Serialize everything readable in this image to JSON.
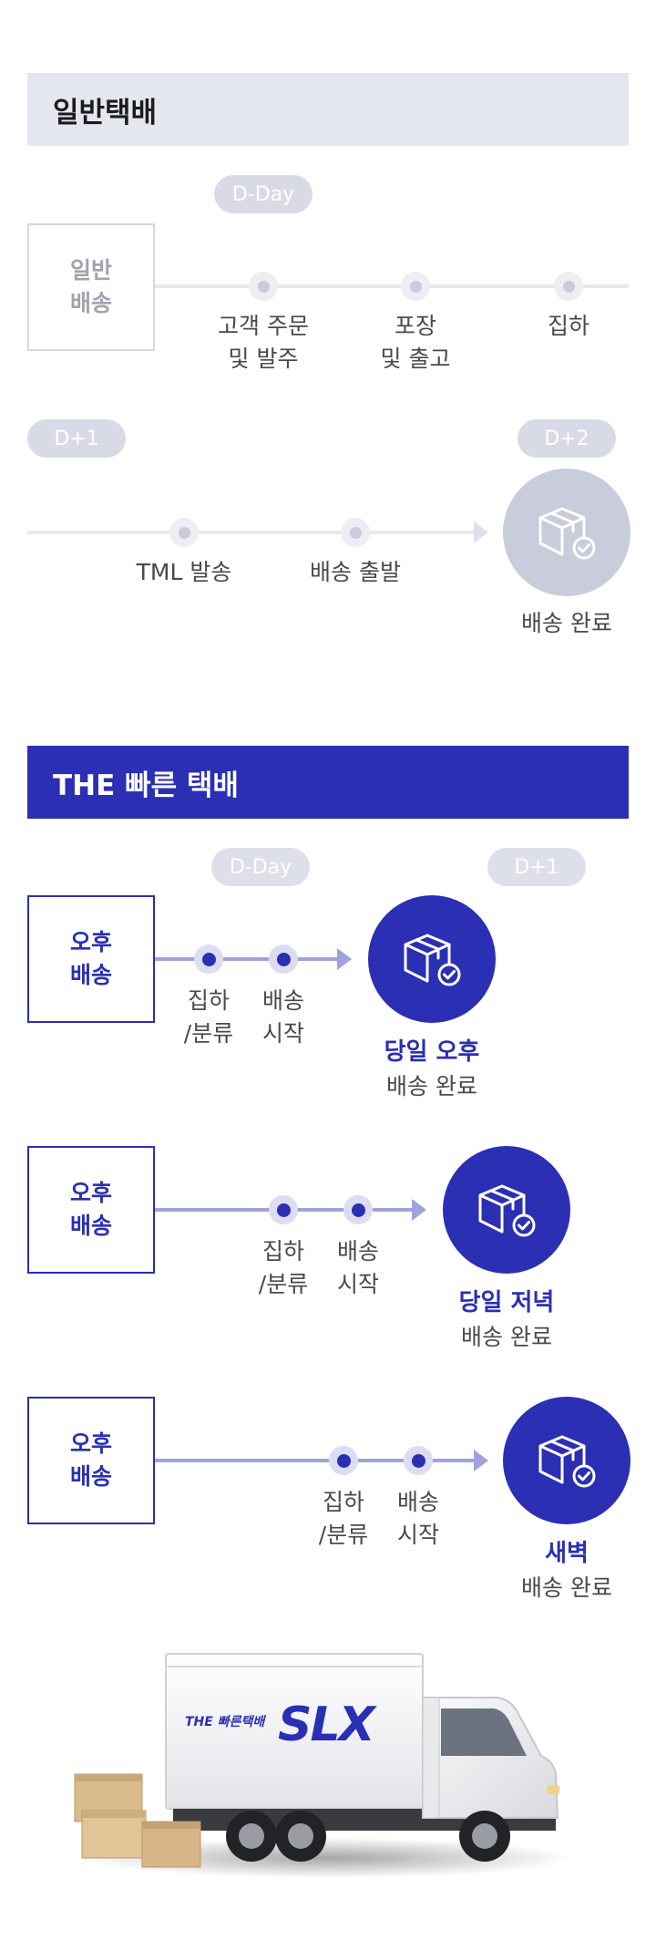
{
  "general": {
    "title": "일반택배",
    "day_badge_1": "D-Day",
    "box_line1": "일반",
    "box_line2": "배송",
    "steps": [
      {
        "line1": "고객 주문",
        "line2": "및 발주"
      },
      {
        "line1": "포장",
        "line2": "및 출고"
      },
      {
        "line1": "집하",
        "line2": ""
      }
    ],
    "day_badge_2": "D+1",
    "day_badge_3": "D+2",
    "steps2": [
      {
        "line1": "TML 발송"
      },
      {
        "line1": "배송 출발"
      }
    ],
    "result": "배송 완료",
    "result_icon": "package-check-icon"
  },
  "fast": {
    "title": "THE 빠른 택배",
    "day_badge_1": "D-Day",
    "day_badge_2": "D+1",
    "rows": [
      {
        "box_line1": "오후",
        "box_line2": "배송",
        "step1_line1": "집하",
        "step1_line2": "/분류",
        "step2_line1": "배송",
        "step2_line2": "시작",
        "result_strong": "당일 오후",
        "result": "배송 완료"
      },
      {
        "box_line1": "오후",
        "box_line2": "배송",
        "step1_line1": "집하",
        "step1_line2": "/분류",
        "step2_line1": "배송",
        "step2_line2": "시작",
        "result_strong": "당일 저녁",
        "result": "배송 완료"
      },
      {
        "box_line1": "오후",
        "box_line2": "배송",
        "step1_line1": "집하",
        "step1_line2": "/분류",
        "step2_line1": "배송",
        "step2_line2": "시작",
        "result_strong": "새벽",
        "result": "배송 완료"
      }
    ]
  },
  "truck": {
    "brand_small": "THE 빠른택배",
    "brand_logo": "SLX",
    "colors": {
      "brand": "#2b2fb4",
      "box": "#d8b98a"
    }
  }
}
